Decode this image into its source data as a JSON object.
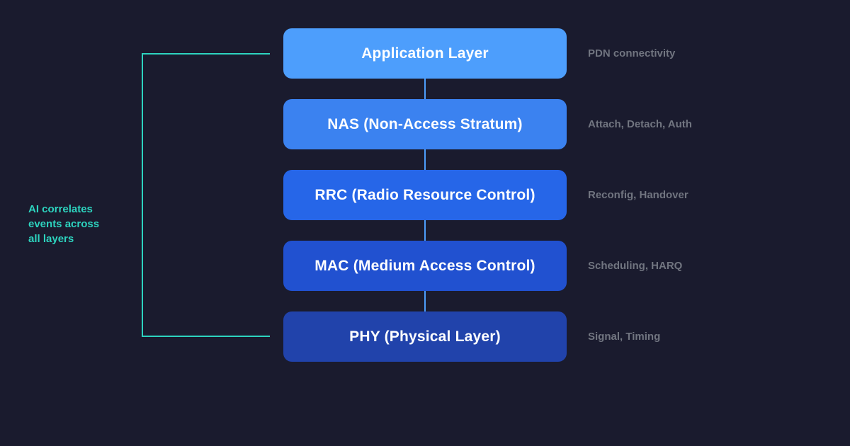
{
  "title": "Protocol stack layers with AI correlation",
  "colors": {
    "background": "#1A1B2E",
    "accent_teal": "#2DD4BF",
    "connector_blue": "#4D9EFC",
    "note_gray": "#717580",
    "box_text": "#FFFFFF"
  },
  "annotation": {
    "text": "AI correlates\nevents across\nall layers"
  },
  "layers": [
    {
      "label": "Application Layer",
      "note": "PDN connectivity",
      "color": "#4D9EFC"
    },
    {
      "label": "NAS (Non-Access Stratum)",
      "note": "Attach, Detach, Auth",
      "color": "#3B82F0"
    },
    {
      "label": "RRC (Radio Resource Control)",
      "note": "Reconfig, Handover",
      "color": "#2666E8"
    },
    {
      "label": "MAC (Medium Access Control)",
      "note": "Scheduling, HARQ",
      "color": "#2151D0"
    },
    {
      "label": "PHY (Physical Layer)",
      "note": "Signal, Timing",
      "color": "#2143AB"
    }
  ]
}
